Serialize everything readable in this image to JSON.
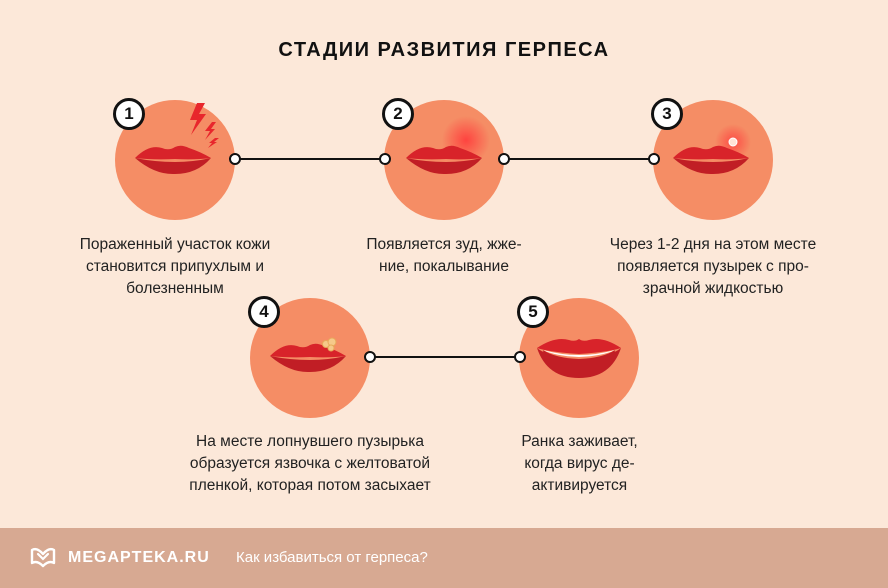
{
  "title": "СТАДИИ РАЗВИТИЯ ГЕРПЕСА",
  "stages": [
    {
      "number": "1",
      "caption": [
        "Пораженный участок кожи",
        "становится припухлым и",
        "болезненным"
      ]
    },
    {
      "number": "2",
      "caption": [
        "Появляется зуд, жже-",
        "ние, покалывание"
      ]
    },
    {
      "number": "3",
      "caption": [
        "Через 1-2 дня на этом месте",
        "появляется пузырек с про-",
        "зрачной жидкостью"
      ]
    },
    {
      "number": "4",
      "caption": [
        "На месте лопнувшего пузырька",
        "образуется язвочка с желтоватой",
        "пленкой, которая потом засыхает"
      ]
    },
    {
      "number": "5",
      "caption": [
        "Ранка заживает,",
        "когда вирус де-",
        "активируется"
      ]
    }
  ],
  "footer": {
    "brand": "MEGAPTEKA.RU",
    "link": "Как избавиться от герпеса?"
  },
  "colors": {
    "background": "#fce8d9",
    "circle": "#f58d65",
    "lips": "#d8232a",
    "footer": "#d7a992"
  },
  "icons": [
    "lips-icon",
    "lightning-icon",
    "blister-icon",
    "megapteka-logo-icon"
  ]
}
